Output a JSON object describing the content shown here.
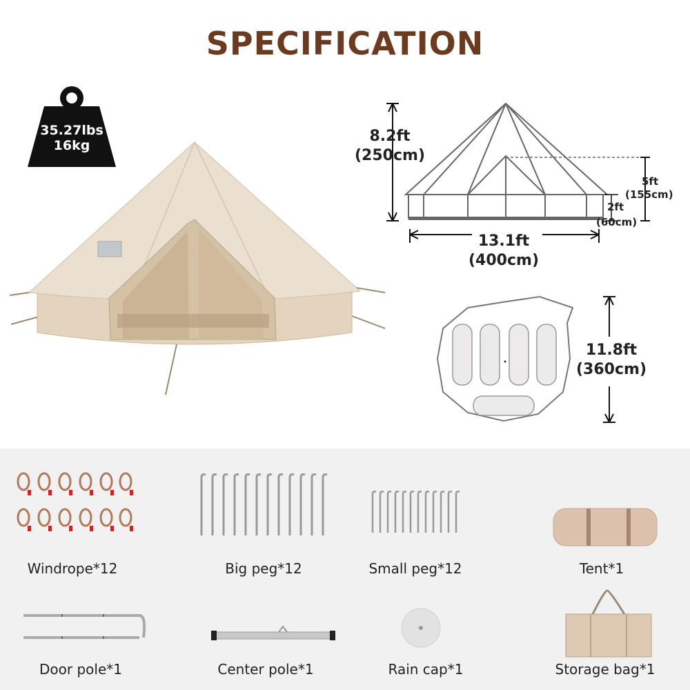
{
  "title": "SPECIFICATION",
  "weight": {
    "lbs": "35.27lbs",
    "kg": "16kg",
    "icon": "weight-icon"
  },
  "dimensions": {
    "height_ft": "8.2ft",
    "height_cm": "(250cm)",
    "door_ft": "5ft",
    "door_cm": "(155cm)",
    "wall_ft": "2ft",
    "wall_cm": "(60cm)",
    "width_ft": "13.1ft",
    "width_cm": "(400cm)",
    "diameter_ft": "11.8ft",
    "diameter_cm": "(360cm)"
  },
  "accessories": [
    {
      "label": "Windrope*12",
      "icon": "windrope-icon"
    },
    {
      "label": "Big peg*12",
      "icon": "big-peg-icon"
    },
    {
      "label": "Small peg*12",
      "icon": "small-peg-icon"
    },
    {
      "label": "Tent*1",
      "icon": "tent-roll-icon"
    },
    {
      "label": "Door pole*1",
      "icon": "door-pole-icon"
    },
    {
      "label": "Center pole*1",
      "icon": "center-pole-icon"
    },
    {
      "label": "Rain cap*1",
      "icon": "rain-cap-icon"
    },
    {
      "label": "Storage bag*1",
      "icon": "storage-bag-icon"
    }
  ],
  "colors": {
    "title": "#6b3a1f",
    "canvas": "#e9dccb",
    "panel": "#f1f1f1"
  }
}
